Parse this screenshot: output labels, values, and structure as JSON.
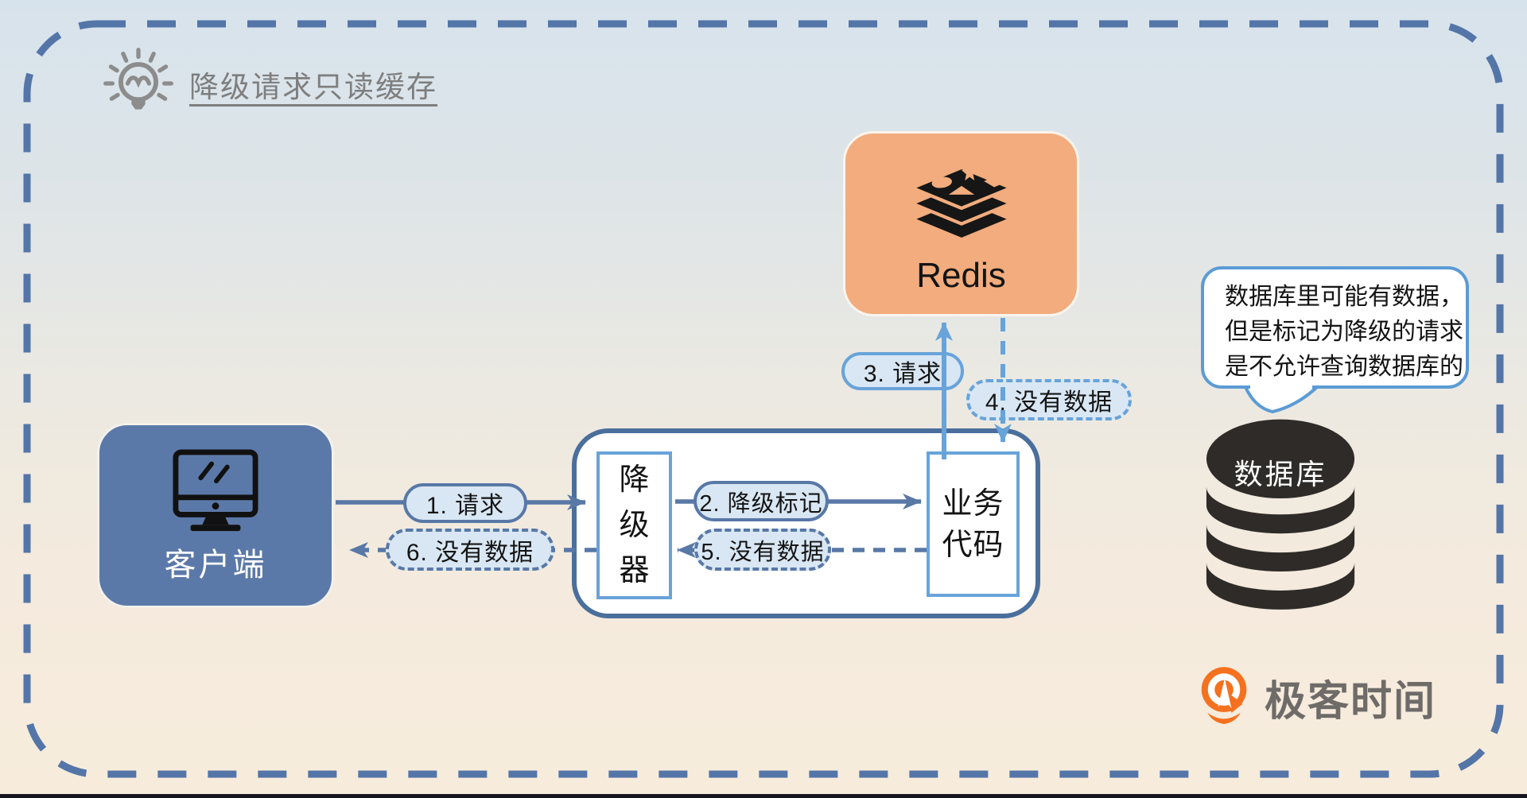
{
  "title": {
    "text": "降级请求只读缓存"
  },
  "nodes": {
    "client": {
      "label": "客户端"
    },
    "degrader": {
      "chars": [
        "降",
        "级",
        "器"
      ]
    },
    "business": {
      "line1": "业务",
      "line2": "代码"
    },
    "redis": {
      "label": "Redis"
    },
    "database": {
      "label": "数据库"
    }
  },
  "flows": [
    {
      "step": "1",
      "label": "1. 请求",
      "line": "solid",
      "tone": "dark",
      "from": "client",
      "to": "degrader"
    },
    {
      "step": "2",
      "label": "2. 降级标记",
      "line": "solid",
      "tone": "dark",
      "from": "degrader",
      "to": "business"
    },
    {
      "step": "3",
      "label": "3. 请求",
      "line": "solid",
      "tone": "light",
      "from": "business",
      "to": "redis"
    },
    {
      "step": "4",
      "label": "4. 没有数据",
      "line": "dashed",
      "tone": "light",
      "from": "redis",
      "to": "business"
    },
    {
      "step": "5",
      "label": "5. 没有数据",
      "line": "dashed",
      "tone": "dark",
      "from": "business",
      "to": "degrader"
    },
    {
      "step": "6",
      "label": "6. 没有数据",
      "line": "dashed",
      "tone": "dark",
      "from": "degrader",
      "to": "client"
    }
  ],
  "callout": {
    "lines": [
      "数据库里可能有数据，",
      "但是标记为降级的请求",
      "是不允许查询数据库的"
    ]
  },
  "brand": {
    "name": "极客时间"
  },
  "colors": {
    "frame_dash_blue": "#5475A8",
    "arrow_dark_blue": "#5878A6",
    "arrow_light_blue": "#68A3D9",
    "pill_fill": "#D9E7F4",
    "container_border": "#4A6F9C",
    "inner_box_border": "#68A3D9",
    "client_fill": "#5B79A8",
    "redis_fill": "#F2AC7D",
    "callout_border": "#5B9BD5",
    "database_black": "#2E2B28",
    "title_gray": "#7E7E7E",
    "brand_orange": "#F4711F",
    "brand_text_gray": "#6E6B68"
  }
}
